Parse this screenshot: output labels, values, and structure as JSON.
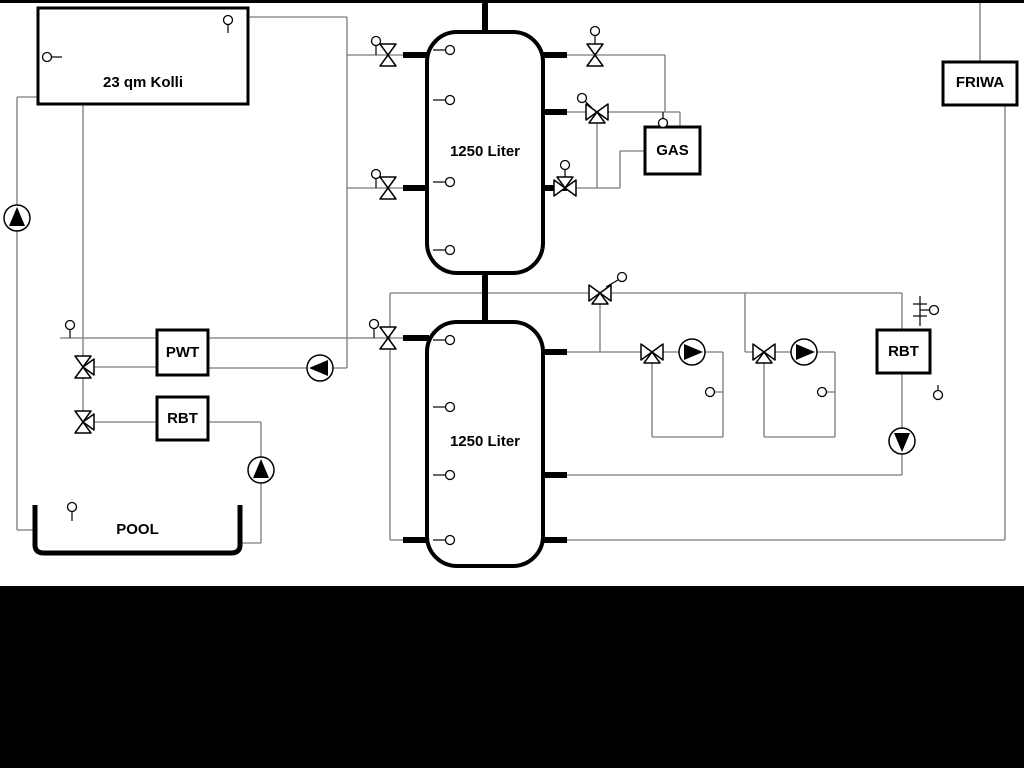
{
  "diagram": {
    "labels": {
      "collector": "23 qm Kolli",
      "tank1": "1250 Liter",
      "tank2": "1250 Liter",
      "gas": "GAS",
      "friwa": "FRIWA",
      "pwt": "PWT",
      "rbt_left": "RBT",
      "rbt_right": "RBT",
      "pool": "POOL"
    },
    "colors": {
      "pipe": "#7a7a7a",
      "outline": "#000000",
      "background": "#ffffff",
      "mask": "#000000"
    }
  }
}
